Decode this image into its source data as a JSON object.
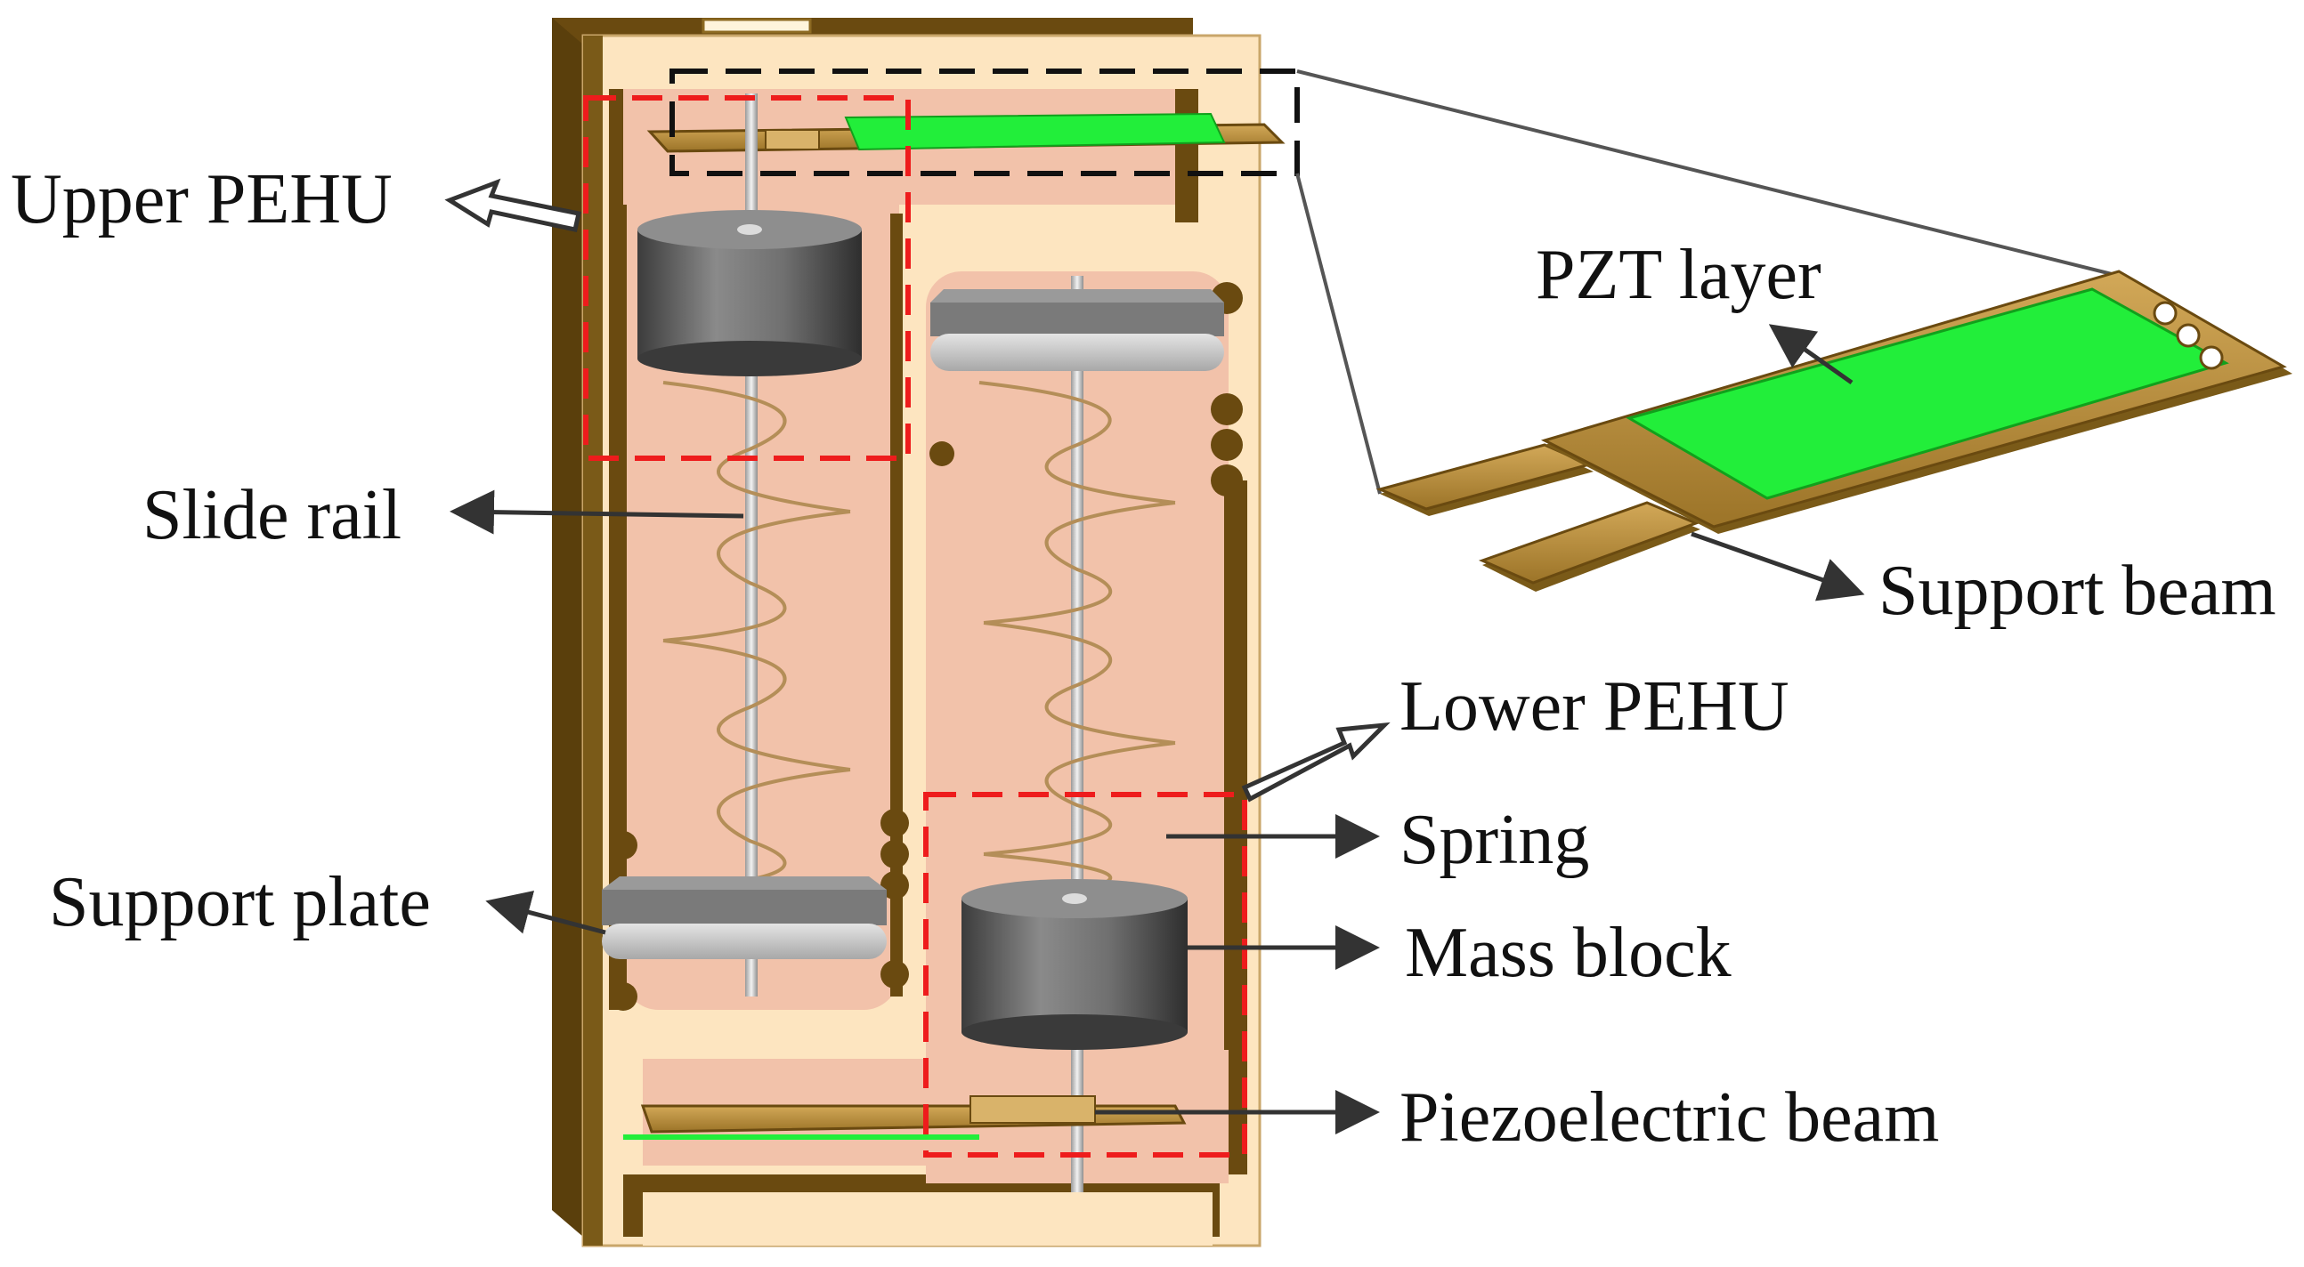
{
  "labels": {
    "upper_pehu": "Upper PEHU",
    "slide_rail": "Slide rail",
    "support_plate": "Support plate",
    "pzt_layer": "PZT layer",
    "support_beam": "Support beam",
    "lower_pehu": "Lower PEHU",
    "spring": "Spring",
    "mass_block": "Mass block",
    "piezoelectric_beam": "Piezoelectric beam"
  },
  "colors": {
    "housing": "#fde5c0",
    "housing_edge": "#7a5a18",
    "cavity": "#f2c2aa",
    "pzt": "#22ee3a",
    "brass": "#b88a35",
    "mass": "#6f6f6f",
    "plate": "#c8c8c8",
    "dash_red": "#ee1c1c",
    "dash_black": "#111111",
    "arrow": "#333333"
  }
}
